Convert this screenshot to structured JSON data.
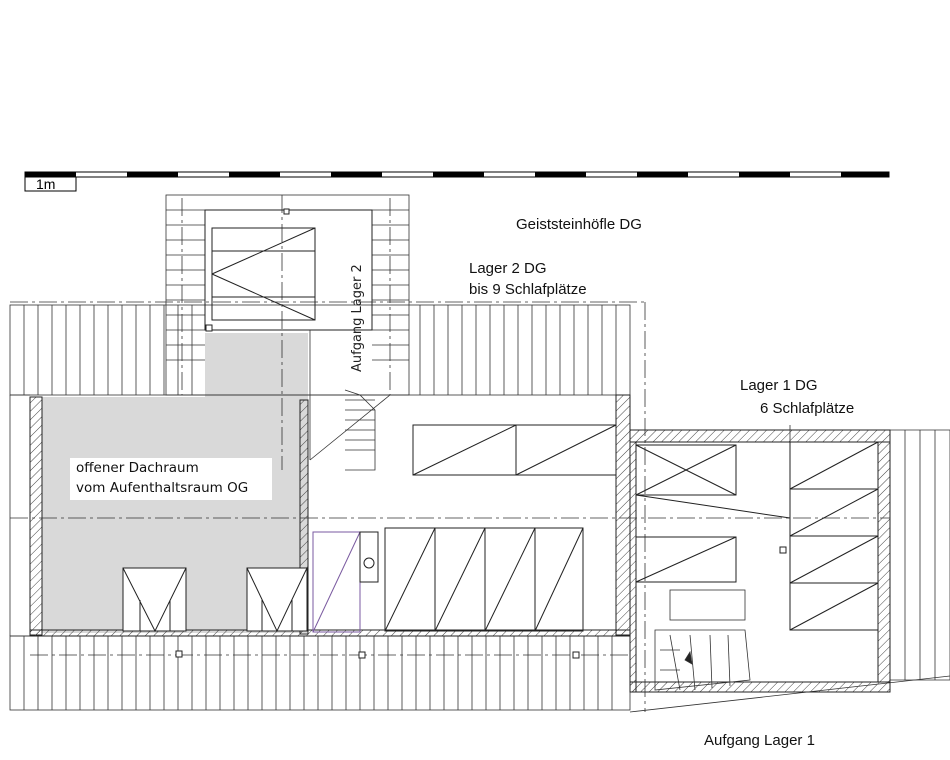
{
  "scale_bar": {
    "label": "1m"
  },
  "title": "Geiststeinhöfle DG",
  "lager2": {
    "line1": "Lager 2 DG",
    "line2": "bis 9 Schlafplätze"
  },
  "lager1": {
    "line1": "Lager 1 DG",
    "line2": "6  Schlafplätze"
  },
  "aufgang2": "Aufgang Lager 2",
  "dachraum": {
    "line1": "offener Dachraum",
    "line2": "vom Aufenthaltsraum OG"
  },
  "aufgang1": "Aufgang Lager 1",
  "colors": {
    "grey_area": "#d9d9d9",
    "line": "#222222",
    "purple_line": "#7a5aa0"
  }
}
